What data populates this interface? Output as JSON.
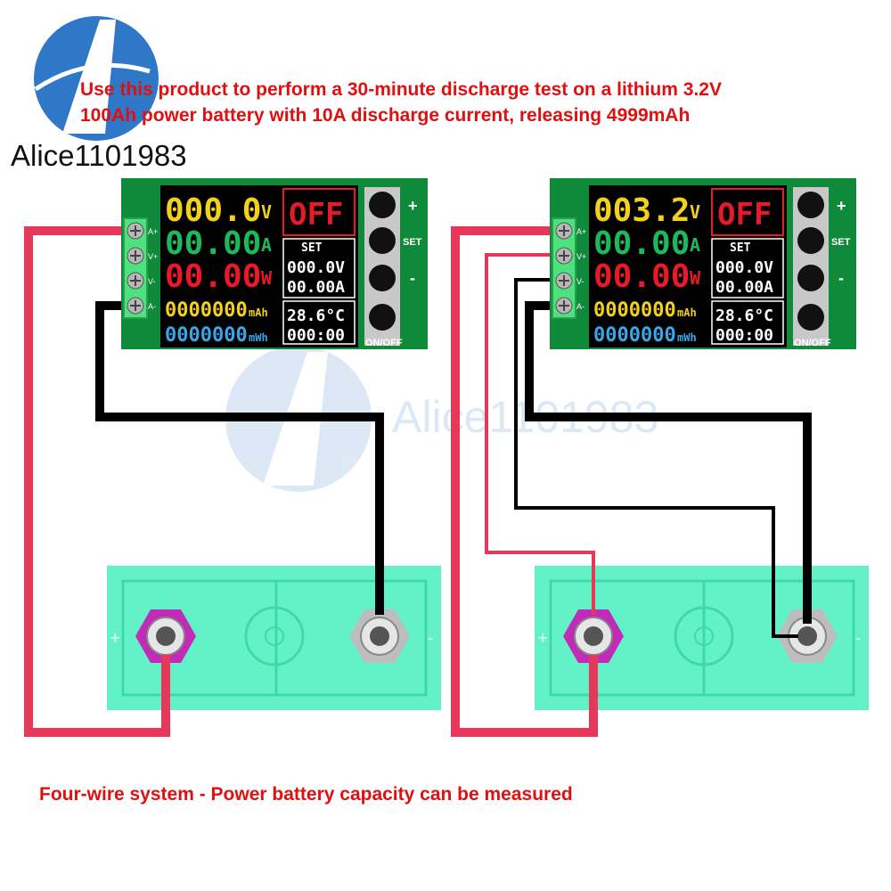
{
  "logo": {
    "text": "Alice1101983"
  },
  "watermark": {
    "text": "Alice1101983"
  },
  "caption": {
    "line1": "Use this product to perform a 30-minute discharge test on a lithium 3.2V",
    "line2": "100Ah power battery with 10A discharge current, releasing 4999mAh"
  },
  "footer": {
    "text": "Four-wire system - Power battery capacity can be measured"
  },
  "terminal_labels": [
    "A+",
    "V+",
    "V-",
    "A-"
  ],
  "button_labels": {
    "plus": "+",
    "set": "SET",
    "minus": "-",
    "onoff": "ON/OFF"
  },
  "battery_labels": {
    "positive": "+",
    "negative": "-"
  },
  "modules": [
    {
      "voltage": "000.0",
      "voltage_unit": "V",
      "current": "00.00",
      "current_unit": "A",
      "power": "00.00",
      "power_unit": "W",
      "capacity": "0000000",
      "capacity_unit": "mAh",
      "energy": "0000000",
      "energy_unit": "mWh",
      "status": "OFF",
      "set_label": "SET",
      "set_voltage": "000.0V",
      "set_current": "00.00A",
      "temperature": "28.6°C",
      "time": "000:00"
    },
    {
      "voltage": "003.2",
      "voltage_unit": "V",
      "current": "00.00",
      "current_unit": "A",
      "power": "00.00",
      "power_unit": "W",
      "capacity": "0000000",
      "capacity_unit": "mAh",
      "energy": "0000000",
      "energy_unit": "mWh",
      "status": "OFF",
      "set_label": "SET",
      "set_voltage": "000.0V",
      "set_current": "00.00A",
      "temperature": "28.6°C",
      "time": "000:00"
    }
  ],
  "colors": {
    "pcb": "#0e8a3a",
    "battery": "#63f2c8",
    "wire_red": "#e8385a",
    "wire_black": "#000000",
    "caption_red": "#e01010",
    "logo_blue": "#2f78c8",
    "lcd_yellow": "#f2d11c",
    "lcd_green": "#1eb85c",
    "lcd_red": "#e81a2a",
    "lcd_blue": "#3aa6e8",
    "terminal_positive": "#c22ab8"
  }
}
